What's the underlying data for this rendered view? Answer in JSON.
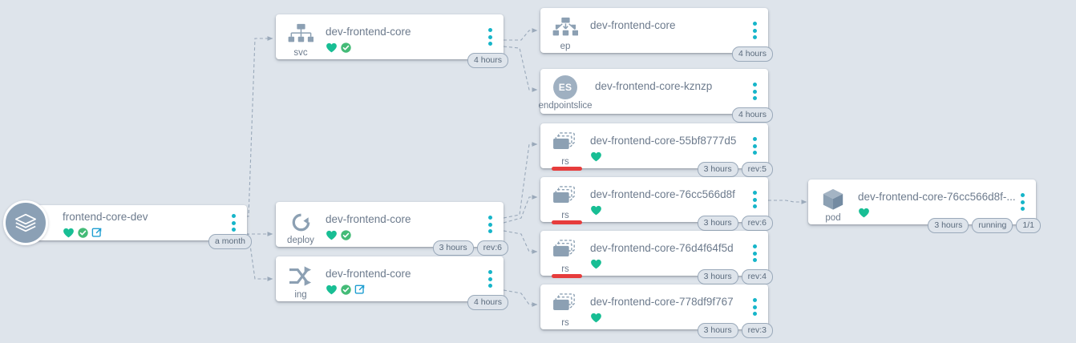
{
  "theme": {
    "background": "#dee4eb",
    "card_bg": "#ffffff",
    "text": "#6d7b8d",
    "healthy_green": "#18be94",
    "synced_green": "#44bb77",
    "link_blue": "#1f9ed1",
    "kebab_dot": "#16b5c9",
    "icon_gray": "#8ca0b3",
    "degraded_red": "#e63c3c",
    "pill_border": "#9aa9ba",
    "app_circle": "#8ba0b5"
  },
  "graph": {
    "kebab_label": "more-actions",
    "nodes": [
      {
        "id": "app-root",
        "kind": "app",
        "kind_label": "",
        "icon": "layers-stack-icon",
        "title": "frontend-core-dev",
        "status_icons": [
          "health-heart-icon",
          "sync-check-icon",
          "external-link-icon"
        ],
        "pills": [
          "a month"
        ],
        "degraded": false
      },
      {
        "id": "svc-dev-frontend-core",
        "kind": "svc",
        "kind_label": "svc",
        "icon": "service-hierarchy-icon",
        "title": "dev-frontend-core",
        "status_icons": [
          "health-heart-icon",
          "sync-check-icon"
        ],
        "pills": [
          "4 hours"
        ],
        "degraded": false
      },
      {
        "id": "deploy-dev-frontend-core",
        "kind": "deploy",
        "kind_label": "deploy",
        "icon": "deployment-refresh-icon",
        "title": "dev-frontend-core",
        "status_icons": [
          "health-heart-icon",
          "sync-check-icon"
        ],
        "pills": [
          "3 hours",
          "rev:6"
        ],
        "degraded": false
      },
      {
        "id": "ing-dev-frontend-core",
        "kind": "ing",
        "kind_label": "ing",
        "icon": "ingress-shuffle-icon",
        "title": "dev-frontend-core",
        "status_icons": [
          "health-heart-icon",
          "sync-check-icon",
          "external-link-icon"
        ],
        "pills": [
          "4 hours"
        ],
        "degraded": false
      },
      {
        "id": "ep-dev-frontend-core",
        "kind": "ep",
        "kind_label": "ep",
        "icon": "endpoints-fanin-icon",
        "title": "dev-frontend-core",
        "status_icons": [],
        "pills": [
          "4 hours"
        ],
        "degraded": false
      },
      {
        "id": "endpointslice-kznzp",
        "kind": "endpointslice",
        "kind_label": "endpointslice",
        "icon": "es-badge-icon",
        "icon_text": "ES",
        "title": "dev-frontend-core-kznzp",
        "status_icons": [],
        "pills": [
          "4 hours"
        ],
        "degraded": false
      },
      {
        "id": "rs-55bf8777d5",
        "kind": "rs",
        "kind_label": "rs",
        "icon": "replicaset-stack-icon",
        "title": "dev-frontend-core-55bf8777d5",
        "status_icons": [
          "health-heart-icon"
        ],
        "pills": [
          "3 hours",
          "rev:5"
        ],
        "degraded": true
      },
      {
        "id": "rs-76cc566d8f",
        "kind": "rs",
        "kind_label": "rs",
        "icon": "replicaset-stack-icon",
        "title": "dev-frontend-core-76cc566d8f",
        "status_icons": [
          "health-heart-icon"
        ],
        "pills": [
          "3 hours",
          "rev:6"
        ],
        "degraded": true
      },
      {
        "id": "rs-76d4f64f5d",
        "kind": "rs",
        "kind_label": "rs",
        "icon": "replicaset-stack-icon",
        "title": "dev-frontend-core-76d4f64f5d",
        "status_icons": [
          "health-heart-icon"
        ],
        "pills": [
          "3 hours",
          "rev:4"
        ],
        "degraded": true
      },
      {
        "id": "rs-778df9f767",
        "kind": "rs",
        "kind_label": "rs",
        "icon": "replicaset-stack-icon",
        "title": "dev-frontend-core-778df9f767",
        "status_icons": [
          "health-heart-icon"
        ],
        "pills": [
          "3 hours",
          "rev:3"
        ],
        "degraded": false
      },
      {
        "id": "pod-76cc566d8f",
        "kind": "pod",
        "kind_label": "pod",
        "icon": "pod-cube-icon",
        "title": "dev-frontend-core-76cc566d8f-...",
        "status_icons": [
          "health-heart-icon"
        ],
        "pills": [
          "3 hours",
          "running",
          "1/1"
        ],
        "degraded": false
      }
    ]
  }
}
